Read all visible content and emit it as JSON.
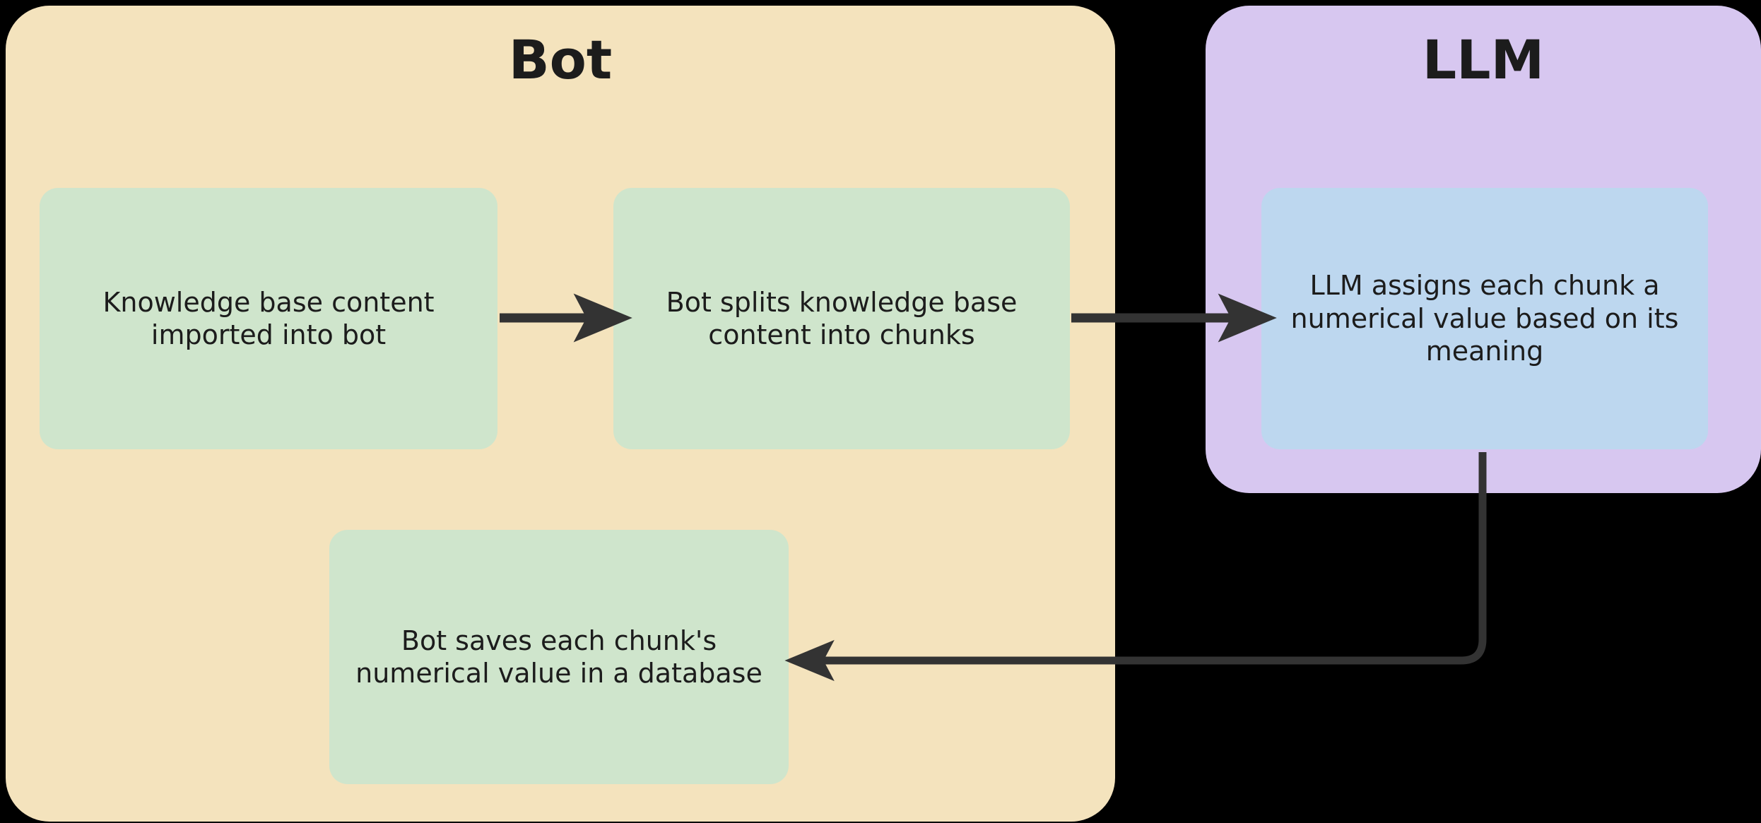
{
  "diagram": {
    "title_bot": "Bot",
    "title_llm": "LLM",
    "containers": [
      {
        "id": "bot",
        "label": "Bot",
        "color": "#F4E3BD"
      },
      {
        "id": "llm",
        "label": "LLM",
        "color": "#D7C7F0"
      }
    ],
    "nodes": [
      {
        "id": "kb-import",
        "text": "Knowledge base content imported into bot",
        "container": "bot",
        "color": "#CFE5CC"
      },
      {
        "id": "split-chunks",
        "text": "Bot splits knowledge base content into chunks",
        "container": "bot",
        "color": "#CFE5CC"
      },
      {
        "id": "llm-assign",
        "text": "LLM assigns each chunk a numerical value based on its meaning",
        "container": "llm",
        "color": "#BDD7EF"
      },
      {
        "id": "save-db",
        "text": "Bot saves each chunk's numerical value in a database",
        "container": "bot",
        "color": "#CFE5CC"
      }
    ],
    "edges": [
      {
        "id": "e1",
        "from": "kb-import",
        "to": "split-chunks",
        "label": "",
        "style": "straight-right"
      },
      {
        "id": "e2",
        "from": "split-chunks",
        "to": "llm-assign",
        "label": "",
        "style": "straight-right"
      },
      {
        "id": "e3",
        "from": "llm-assign",
        "to": "save-db",
        "label": "",
        "style": "elbow-down-left"
      }
    ],
    "colors": {
      "background": "#000000",
      "container_bot": "#F4E3BD",
      "container_llm": "#D7C7F0",
      "node_green": "#CFE5CC",
      "node_blue": "#BDD7EF",
      "arrow": "#333333",
      "text": "#1C1C1C"
    }
  }
}
